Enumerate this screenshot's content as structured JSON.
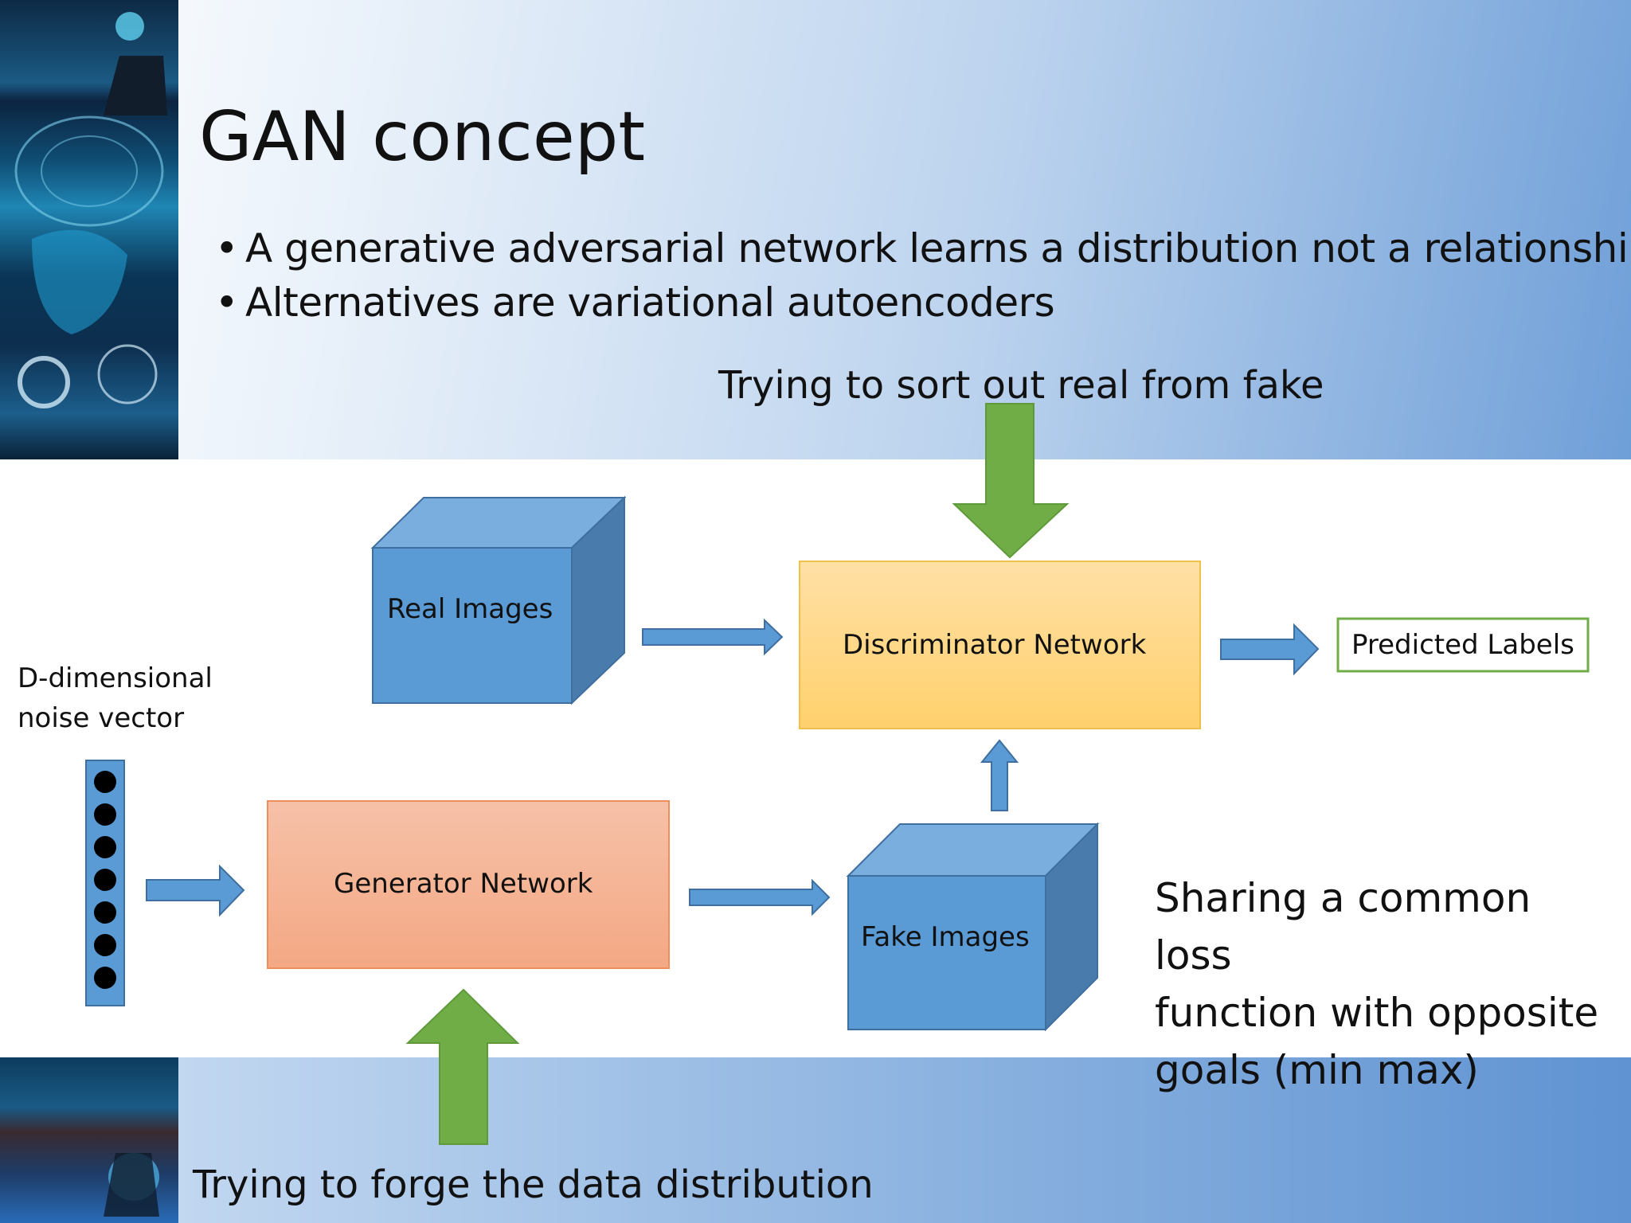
{
  "slide": {
    "title": "GAN concept",
    "bullets": [
      "A generative adversarial network learns a distribution not a relationship",
      "Alternatives are variational autoencoders"
    ]
  },
  "captions": {
    "discriminator_goal": "Trying to sort out real from fake",
    "generator_goal": "Trying to forge the data distribution",
    "shared_loss_line1": "Sharing a common loss",
    "shared_loss_line2": "function with opposite",
    "shared_loss_line3": "goals (min max)"
  },
  "diagram": {
    "noise_label_line1": "D-dimensional",
    "noise_label_line2": "noise vector",
    "real_images": "Real Images",
    "fake_images": "Fake Images",
    "generator": "Generator Network",
    "discriminator": "Discriminator Network",
    "predicted_labels": "Predicted Labels",
    "colors": {
      "cube_front": "#5b9bd5",
      "cube_top": "#7aaedf",
      "cube_side": "#497cad",
      "generator_fill": "#f4b394",
      "discriminator_fill": "#ffd689",
      "green_arrow": "#71ad47",
      "blue_arrow": "#5b9bd5",
      "label_border": "#70ad47"
    }
  }
}
